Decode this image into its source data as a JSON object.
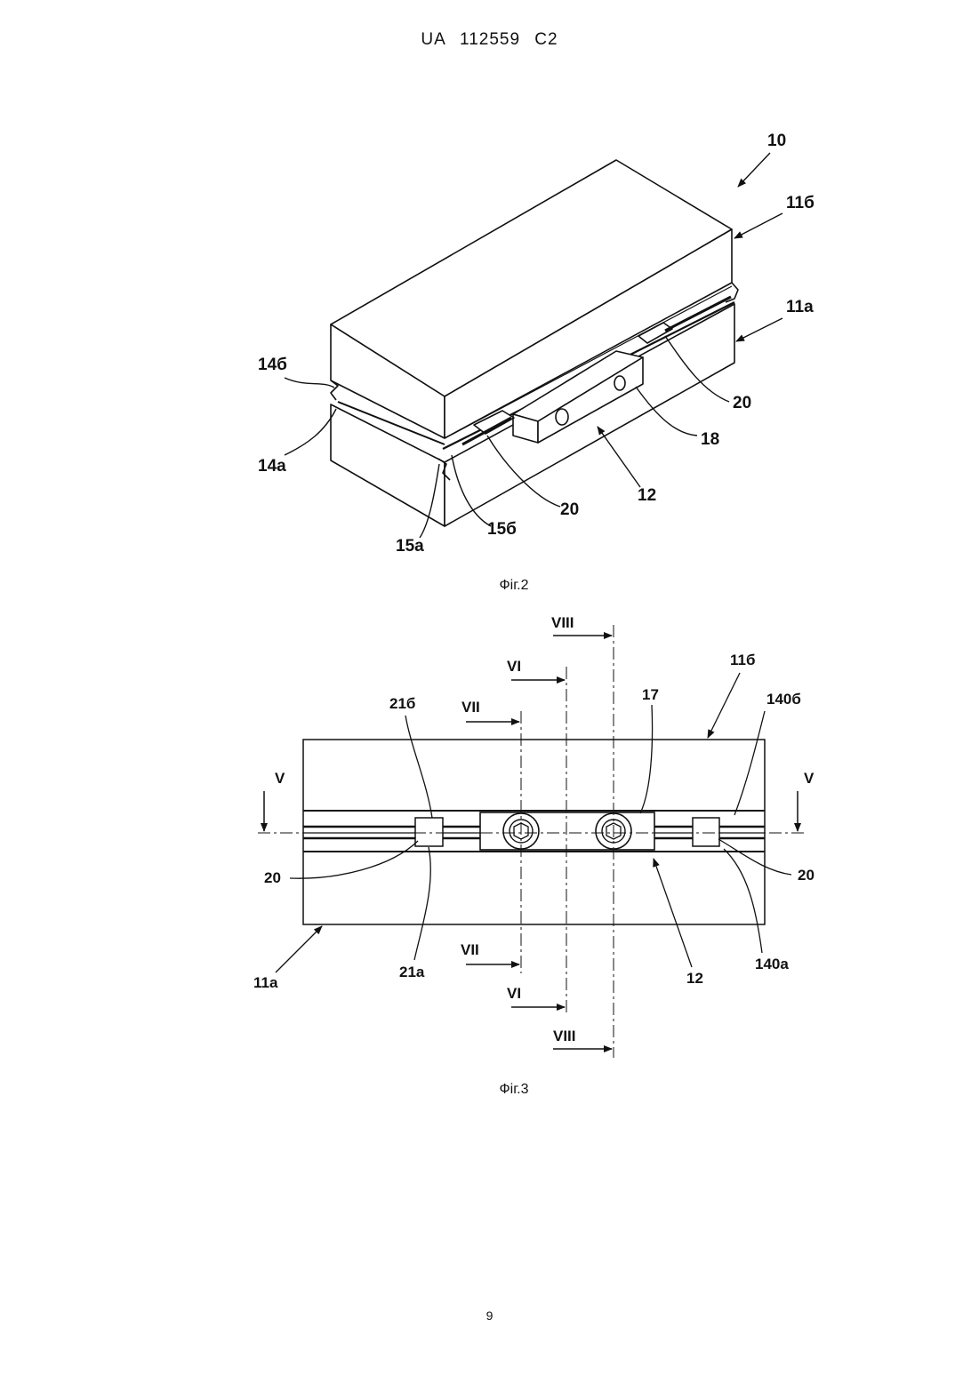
{
  "header": {
    "doc_id": "UA   112559   C2"
  },
  "fig2": {
    "caption": "Фіг.2",
    "labels": {
      "l10": "10",
      "l11b": "11б",
      "l11a": "11а",
      "l14b": "14б",
      "l14a": "14а",
      "l20a": "20",
      "l20b": "20",
      "l18": "18",
      "l12": "12",
      "l15b": "15б",
      "l15a": "15а"
    }
  },
  "fig3": {
    "caption": "Фіг.3",
    "labels": {
      "VIII_top": "VIII",
      "VI_top": "VI",
      "VII_top": "VII",
      "l11b": "11б",
      "l17": "17",
      "l140b": "140б",
      "l21b": "21б",
      "V_left": "V",
      "V_right": "V",
      "l20_left": "20",
      "l20_right": "20",
      "l11a": "11а",
      "l21a": "21а",
      "VII_bot": "VII",
      "l12": "12",
      "l140a": "140а",
      "VI_bot": "VI",
      "VIII_bot": "VIII"
    }
  },
  "footer": {
    "page_number": "9"
  }
}
